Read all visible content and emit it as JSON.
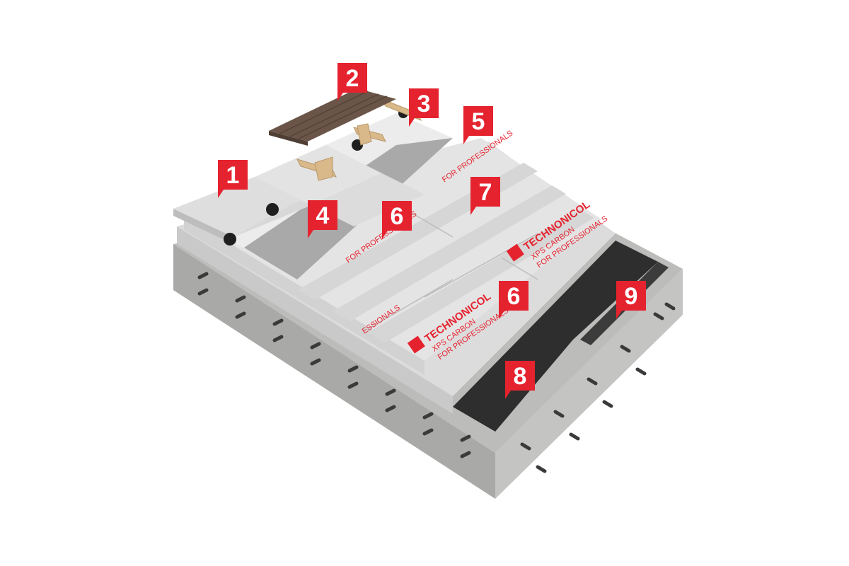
{
  "colors": {
    "badge": "#e5232f",
    "brand": "#e5232f",
    "concrete": "#b9b9b7",
    "xps_board": "#e2e2e2",
    "membrane": "#2f2f2f",
    "decking": "#6b5548",
    "timber": "#d9b98a"
  },
  "brand": {
    "name": "TECHNONICOL",
    "product": "XPS CARBON",
    "tagline": "FOR PROFESSIONALS",
    "tagline_fragment": "ESSIONALS"
  },
  "markers": [
    {
      "id": "1",
      "label": "1"
    },
    {
      "id": "2",
      "label": "2"
    },
    {
      "id": "3",
      "label": "3"
    },
    {
      "id": "4",
      "label": "4"
    },
    {
      "id": "5",
      "label": "5"
    },
    {
      "id": "6a",
      "label": "6"
    },
    {
      "id": "7",
      "label": "7"
    },
    {
      "id": "6b",
      "label": "6"
    },
    {
      "id": "8",
      "label": "8"
    },
    {
      "id": "9",
      "label": "9"
    }
  ]
}
